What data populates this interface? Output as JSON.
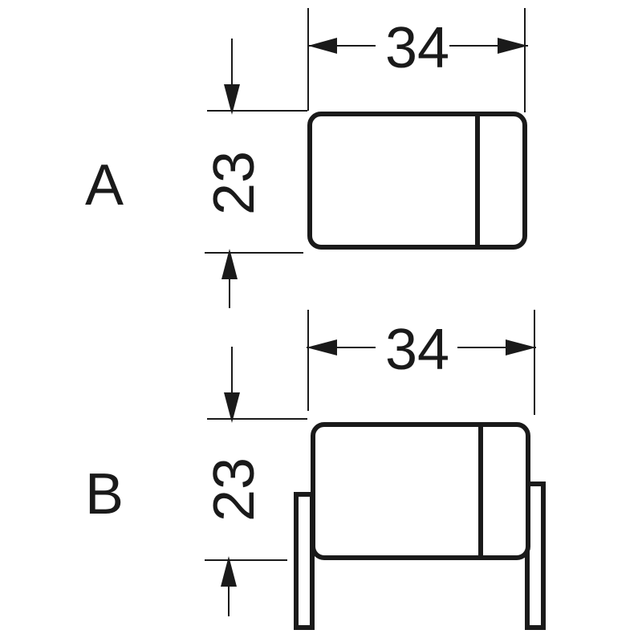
{
  "diagram": {
    "variants": [
      {
        "label": "A",
        "width_dim": "34",
        "height_dim": "23",
        "legs": false
      },
      {
        "label": "B",
        "width_dim": "34",
        "height_dim": "23",
        "legs": true
      }
    ],
    "colors": {
      "stroke": "#1a1a1a",
      "background": "#ffffff"
    }
  }
}
